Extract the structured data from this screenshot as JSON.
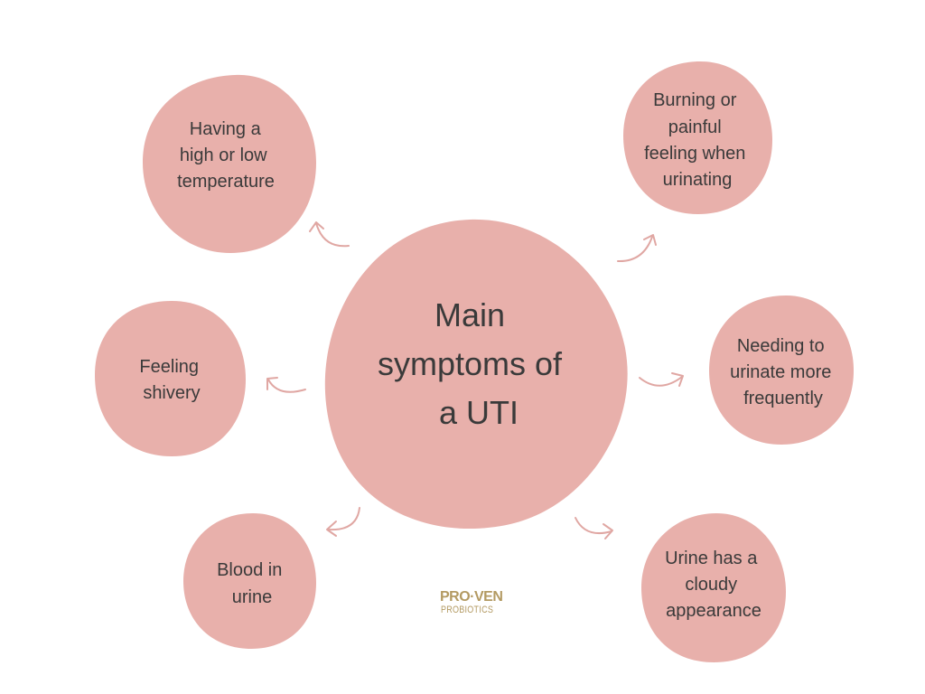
{
  "center": {
    "lines": [
      "Main",
      "symptoms of",
      "a UTI"
    ]
  },
  "symptoms": [
    {
      "id": "temperature",
      "lines": [
        "Having a",
        "high or low",
        "temperature"
      ]
    },
    {
      "id": "burning",
      "lines": [
        "Burning or",
        "painful",
        "feeling when",
        "urinating"
      ]
    },
    {
      "id": "shivery",
      "lines": [
        "Feeling",
        "shivery"
      ]
    },
    {
      "id": "frequent",
      "lines": [
        "Needing to",
        "urinate more",
        "frequently"
      ]
    },
    {
      "id": "blood",
      "lines": [
        "Blood in",
        "urine"
      ]
    },
    {
      "id": "cloudy",
      "lines": [
        "Urine has a",
        "cloudy",
        "appearance"
      ]
    }
  ],
  "logo": {
    "brand": "PRO·VEN",
    "sub": "PROBIOTICS"
  },
  "colors": {
    "blob": "#e8b0ab",
    "text": "#3a3a3a",
    "arrow": "#e0a7a3",
    "logo": "#b39a62"
  }
}
